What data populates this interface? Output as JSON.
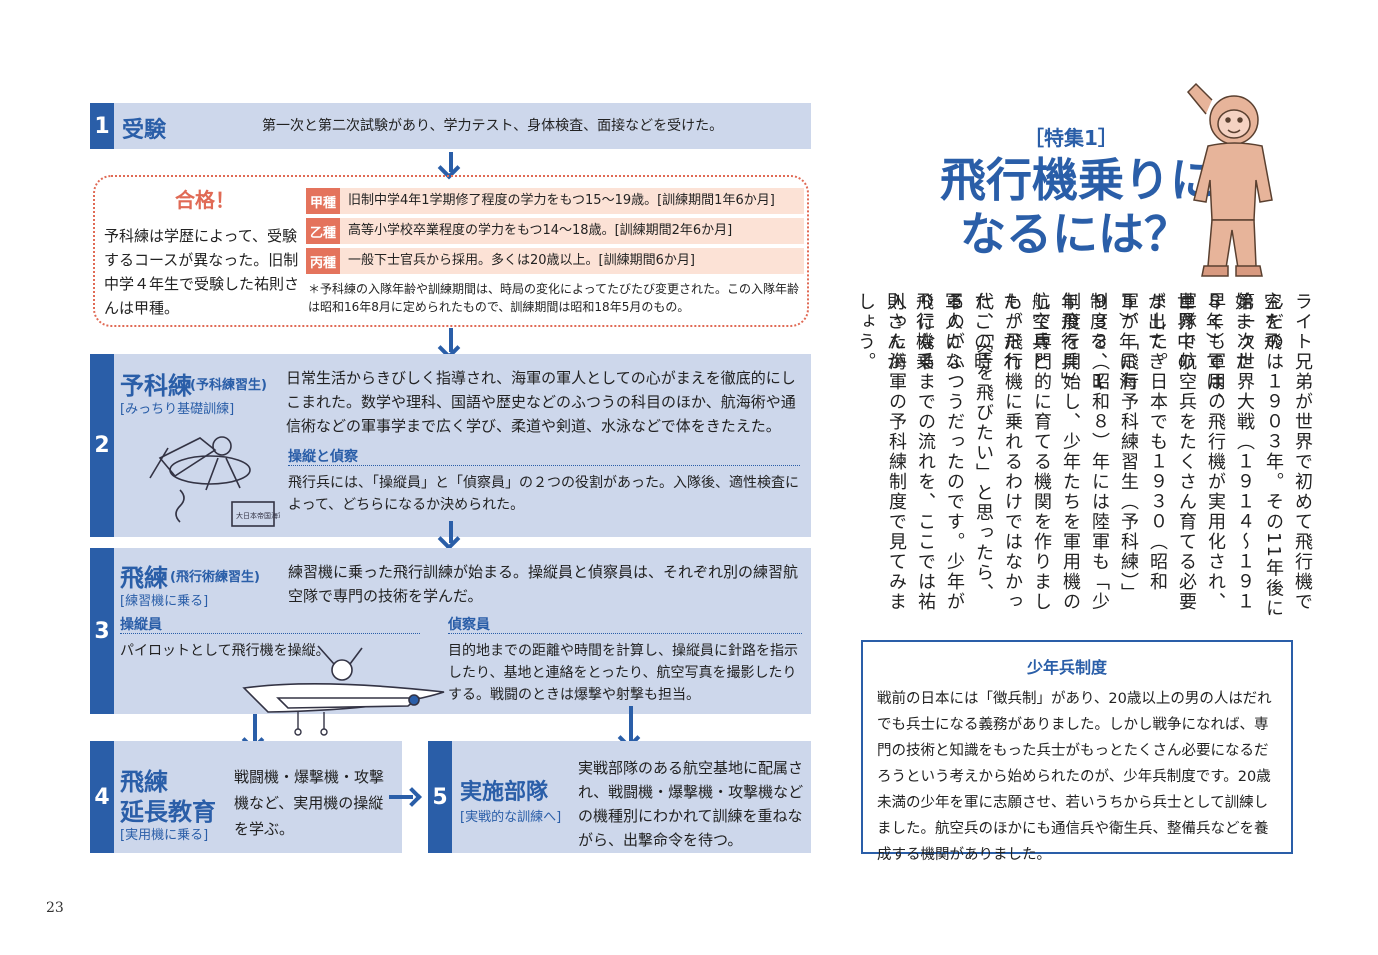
{
  "steps": {
    "s1": {
      "num": "1",
      "title": "受験",
      "text": "第一次と第二次試験があり、学力テスト、身体検査、面接などを受けた。"
    },
    "pass": {
      "title": "合格！",
      "text": "予科練は学歴によって、受験するコースが異なった。旧制中学４年生で受験した祐則さんは甲種。",
      "rows": [
        {
          "label": "甲種",
          "text": "旧制中学4年1学期修了程度の学力をもつ15〜19歳。[訓練期間1年6か月]"
        },
        {
          "label": "乙種",
          "text": "高等小学校卒業程度の学力をもつ14〜18歳。[訓練期間2年6か月]"
        },
        {
          "label": "丙種",
          "text": "一般下士官兵から採用。多くは20歳以上。[訓練期間6か月]"
        }
      ],
      "note": "＊予科練の入隊年齢や訓練期間は、時局の変化によってたびたび変更された。この入隊年齢は昭和16年8月に定められたもので、訓練期間は昭和18年5月のもの。"
    },
    "s2": {
      "num": "2",
      "title": "予科練",
      "title_note": "(予科練習生)",
      "sub": "[みっちり基礎訓練]",
      "text": "日常生活からきびしく指導され、海軍の軍人としての心がまえを徹底的にしこまれた。数学や理科、国語や歴史などのふつうの科目のほか、航海術や通信術などの軍事学まで広く学び、柔道や剣道、水泳などで体をきたえた。",
      "subhead": "操縦と偵察",
      "subtext": "飛行兵には、「操縦員」と「偵察員」の２つの役割があった。入隊後、適性検査によって、どちらになるか決められた。",
      "sign": "大日本帝国海軍"
    },
    "s3": {
      "num": "3",
      "title": "飛練",
      "title_note": "(飛行術練習生)",
      "sub": "[練習機に乗る]",
      "text": "練習機に乗った飛行訓練が始まる。操縦員と偵察員は、それぞれ別の練習航空隊で専門の技術を学んだ。",
      "left_head": "操縦員",
      "left_text": "パイロットとして飛行機を操縦。",
      "right_head": "偵察員",
      "right_text": "目的地までの距離や時間を計算し、操縦員に針路を指示したり、基地と連絡をとったり、航空写真を撮影したりする。戦闘のときは爆撃や射撃も担当。"
    },
    "s4": {
      "num": "4",
      "title_line1": "飛練",
      "title_line2": "延長教育",
      "sub": "[実用機に乗る]",
      "text": "戦闘機・爆撃機・攻撃機など、実用機の操縦を学ぶ。"
    },
    "s5": {
      "num": "5",
      "title": "実施部隊",
      "sub": "[実戦的な訓練へ]",
      "text": "実戦部隊のある航空基地に配属され、戦闘機・爆撃機・攻撃機などの機種別にわかれて訓練を重ねながら、出撃命令を待つ。"
    }
  },
  "page_number": "23",
  "feature": {
    "tag": "［特集1］",
    "title_line1": "飛行機乗りに",
    "title_line2": "なるには？",
    "body_cols": [
      "ライト兄弟が世界で初めて飛行機で空を飛",
      "んだのは１９０３年。その11年後に始まった",
      "第一次世界大戦（１９１４〜１９１８年）では、",
      "早くも軍用の飛行機が実用化され、世界中の",
      "軍隊で航空兵をたくさん育てる必要が出てき",
      "ました。日本でも１９３０（昭和５）年に海",
      "軍が「飛行予科練習生（予科練）」制度を、１",
      "９３３（昭和８）年には陸軍も「少年飛行兵」",
      "制度を開始し、少年たちを軍用機の航空兵と",
      "して専門的に育てる機関を作りました。だれ",
      "もが飛行機に乗れるわけではなかったこの時",
      "代、「空を飛びたい」と思ったら、軍人にな",
      "るのがふつうだったのです。少年が飛行機乗",
      "りになるまでの流れを、ここでは祐則さんが",
      "入った海軍の予科練制度で見てみましょう。"
    ]
  },
  "box": {
    "title": "少年兵制度",
    "text": "戦前の日本には「徴兵制」があり、20歳以上の男の人はだれでも兵士になる義務がありました。しかし戦争になれば、専門の技術と知識をもった兵士がもっとたくさん必要になるだろうという考えから始められたのが、少年兵制度です。20歳未満の少年を軍に志願させ、若いうちから兵士として訓練しました。航空兵のほかにも通信兵や衛生兵、整備兵などを養成する機関がありました。"
  },
  "colors": {
    "accent": "#2a5ea8",
    "band": "#cdd7eb",
    "pill": "#e4735c",
    "row": "#fce2d6",
    "dotted_border": "#e06a55"
  }
}
